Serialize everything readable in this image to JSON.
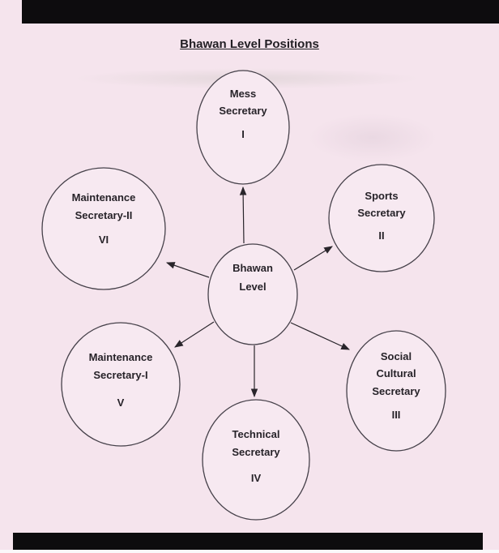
{
  "page": {
    "title": "Bhawan Level Positions"
  },
  "colors": {
    "paper": "#f5e4ed",
    "ink": "#272329",
    "scanner_bar": "#0d0c0e"
  },
  "diagram": {
    "center": {
      "line1": "Bhawan",
      "line2": "Level"
    },
    "nodes": {
      "mess": {
        "line1": "Mess",
        "line2": "Secretary",
        "numeral": "I"
      },
      "sports": {
        "line1": "Sports",
        "line2": "Secretary",
        "numeral": "II"
      },
      "maintenance2": {
        "line1": "Maintenance",
        "line2": "Secretary-II",
        "numeral": "VI"
      },
      "social": {
        "line1": "Social",
        "line2": "Cultural",
        "line3": "Secretary",
        "numeral": "III"
      },
      "maintenance1": {
        "line1": "Maintenance",
        "line2": "Secretary-I",
        "numeral": "V"
      },
      "technical": {
        "line1": "Technical",
        "line2": "Secretary",
        "numeral": "IV"
      }
    }
  }
}
